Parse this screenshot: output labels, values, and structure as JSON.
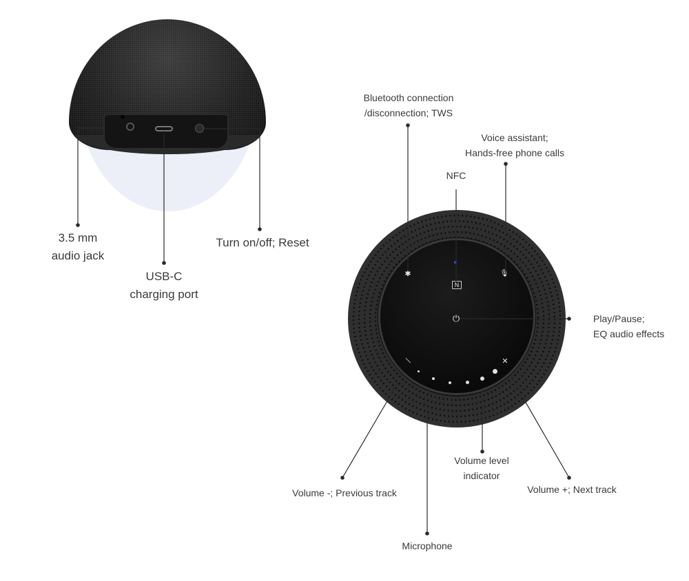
{
  "back_view": {
    "callouts": [
      {
        "id": "audio-jack",
        "lines": [
          "3.5 mm",
          "audio jack"
        ]
      },
      {
        "id": "usb-c",
        "lines": [
          "USB-C",
          "charging port"
        ]
      },
      {
        "id": "power",
        "lines": [
          "Turn on/off; Reset"
        ]
      }
    ]
  },
  "top_view": {
    "callouts": [
      {
        "id": "bluetooth",
        "lines": [
          "Bluetooth connection",
          "/disconnection; TWS"
        ]
      },
      {
        "id": "voice",
        "lines": [
          "Voice assistant;",
          "Hands-free phone calls"
        ]
      },
      {
        "id": "nfc",
        "lines": [
          "NFC"
        ]
      },
      {
        "id": "play",
        "lines": [
          "Play/Pause;",
          "EQ audio effects"
        ]
      },
      {
        "id": "vol-level",
        "lines": [
          "Volume level",
          "indicator"
        ]
      },
      {
        "id": "vol-minus",
        "lines": [
          "Volume -; Previous track"
        ]
      },
      {
        "id": "vol-plus",
        "lines": [
          "Volume +; Next track"
        ]
      },
      {
        "id": "mic",
        "lines": [
          "Microphone"
        ]
      }
    ],
    "icons": {
      "bluetooth": "✱",
      "nfc": "N",
      "voice": "🎙",
      "power": "⏻",
      "minus": "—",
      "plus": "✕"
    },
    "led_color": "#2a4bd6"
  }
}
